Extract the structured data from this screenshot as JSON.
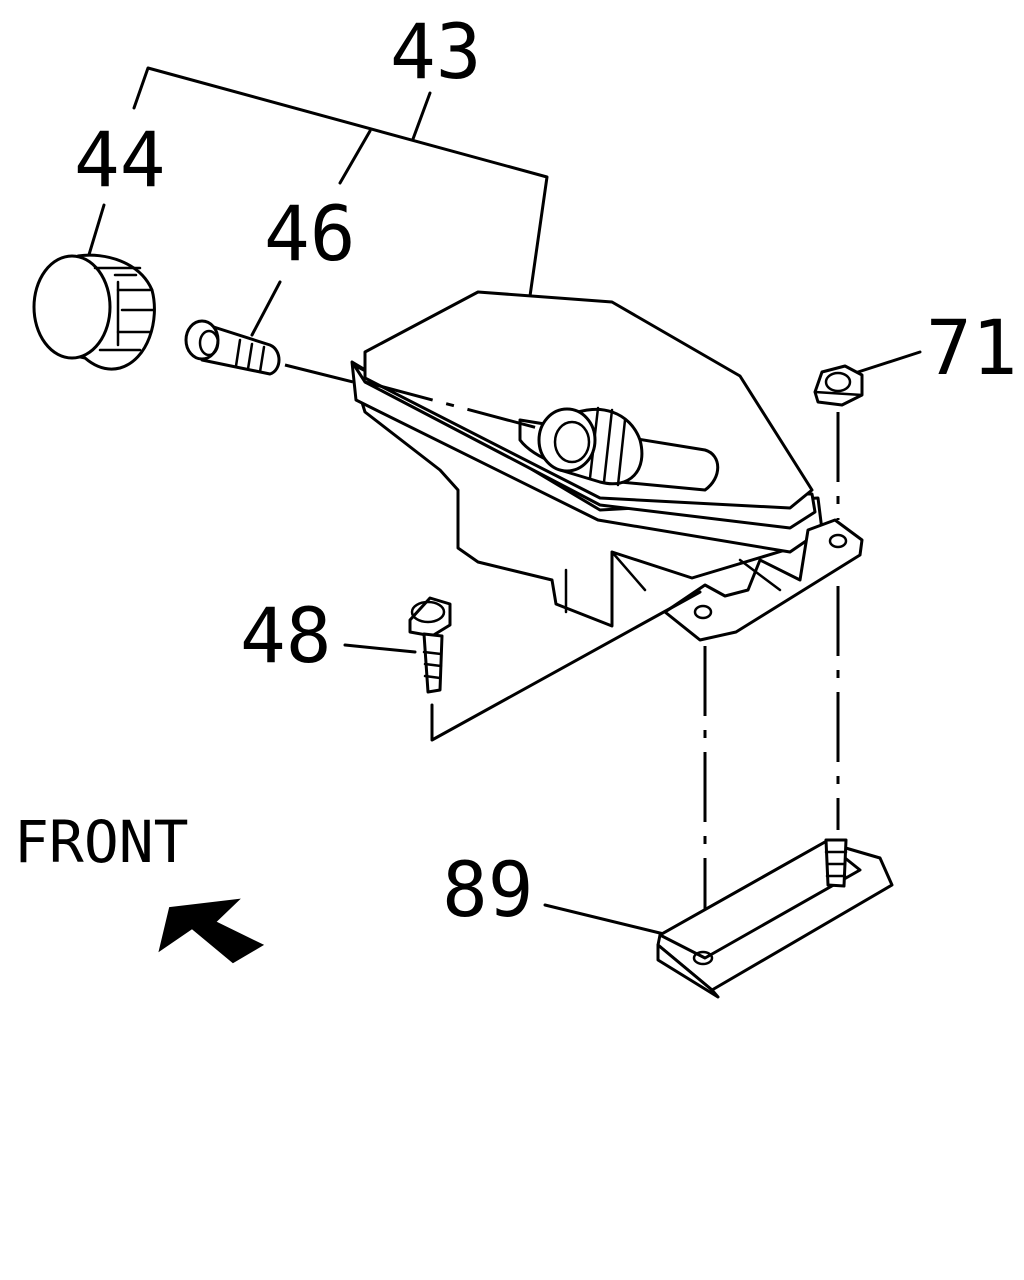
{
  "callouts": {
    "c43": "43",
    "c44": "44",
    "c46": "46",
    "c48": "48",
    "c71": "71",
    "c89": "89"
  },
  "direction_label": "FRONT",
  "icons": {
    "direction_arrow": "front-arrow-icon"
  }
}
